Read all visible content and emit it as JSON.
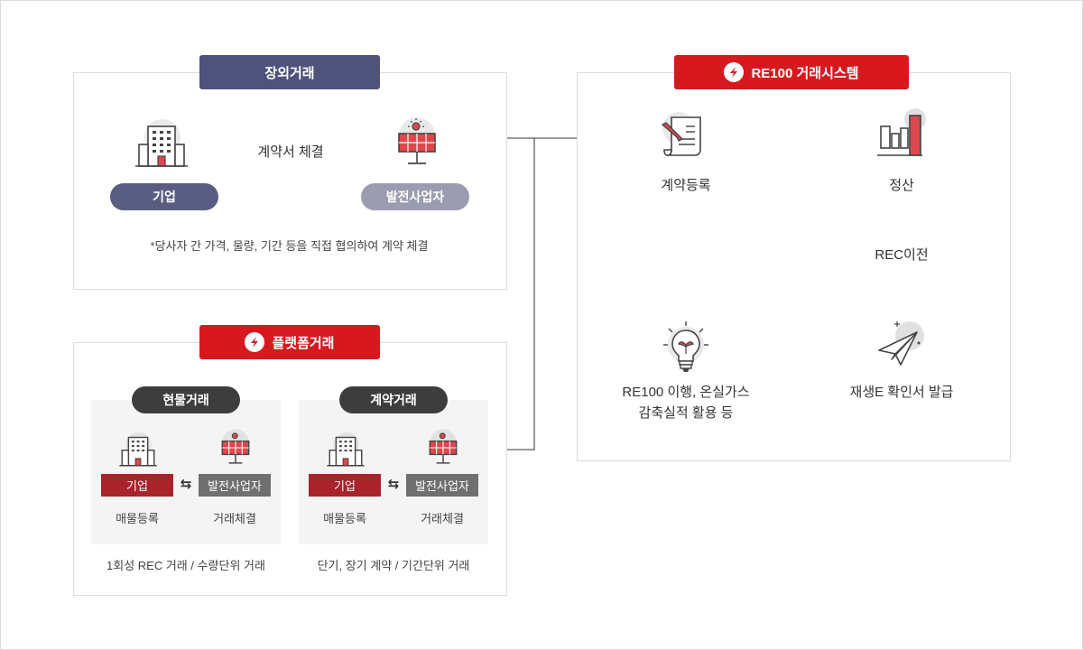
{
  "offsite": {
    "title": "장외거래",
    "contract_label": "계약서 체결",
    "company": "기업",
    "generator": "발전사업자",
    "note": "*당사자 간 가격, 물량, 기간 등을 직접 협의하여 계약 체결"
  },
  "platform": {
    "title": "플랫폼거래",
    "spot": {
      "title": "현물거래",
      "company": "기업",
      "generator": "발전사업자",
      "register": "매물등록",
      "trade": "거래체결",
      "caption": "1회성 REC 거래 / 수량단위 거래"
    },
    "contract": {
      "title": "계약거래",
      "company": "기업",
      "generator": "발전사업자",
      "register": "매물등록",
      "trade": "거래체결",
      "caption": "단기, 장기 계약 / 기간단위 거래"
    }
  },
  "system": {
    "title": "RE100 거래시스템",
    "step_contract": "계약등록",
    "step_settle": "정산",
    "step_transfer": "REC이전",
    "step_issue": "재생E 확인서 발급",
    "step_use_line1": "RE100 이행, 온실가스",
    "step_use_line2": "감축실적 활용 등"
  },
  "colors": {
    "navy": "#4f527a",
    "red": "#d7191f",
    "dark_red": "#a8232a",
    "gray": "#6f6f6f"
  }
}
